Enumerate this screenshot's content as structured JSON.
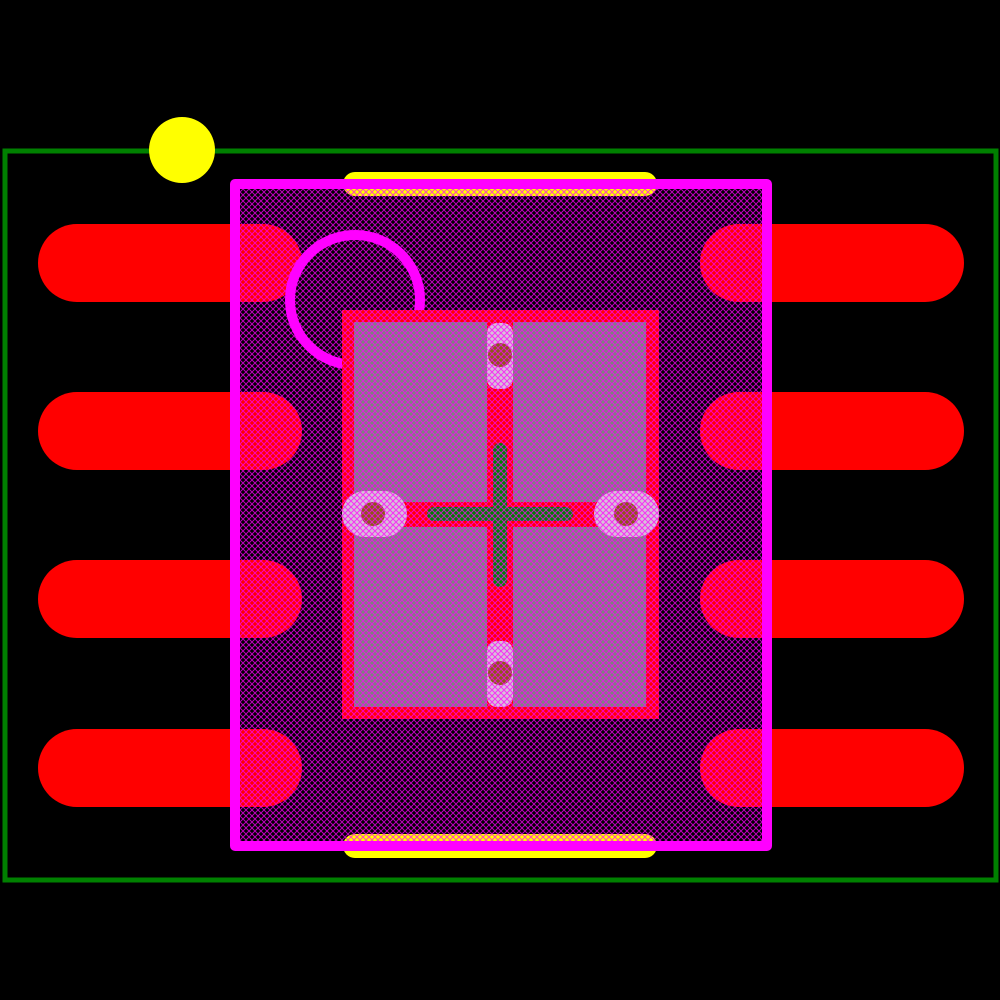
{
  "colors": {
    "background": "#000000",
    "courtyard": "#008000",
    "pin1_marker": "#ffff00",
    "copper_pad": "#ff0000",
    "silkscreen": "#ff00ff",
    "thermal_pad": "#808080",
    "via_pad": "#d8c0d8",
    "via_drill": "#8b5a1a",
    "center_cross": "#008000",
    "fab_edge": "#ffff00"
  },
  "footprint": {
    "pins_per_side": 4,
    "thermal_subpads": 4,
    "vias": 4
  }
}
